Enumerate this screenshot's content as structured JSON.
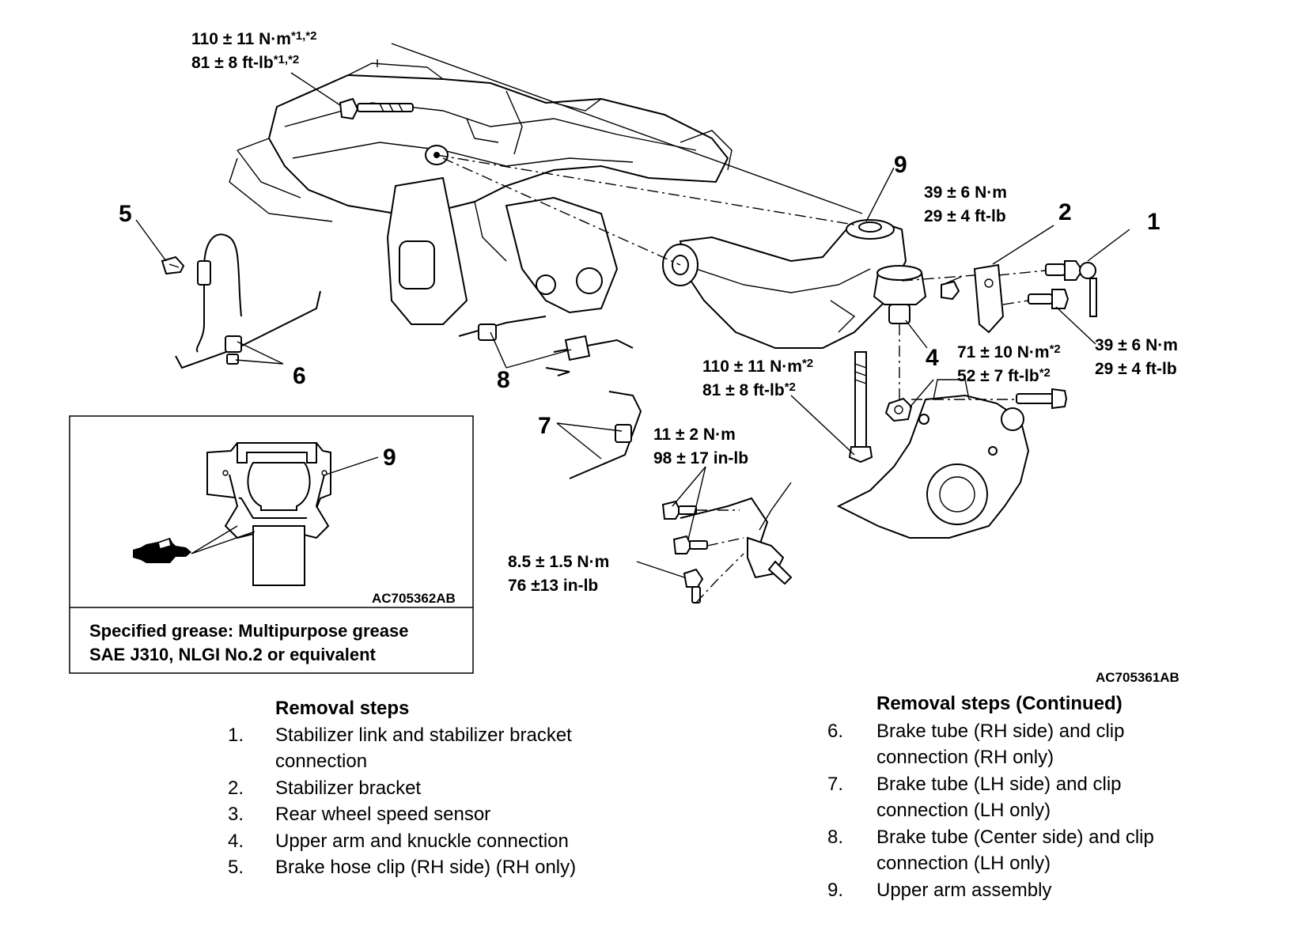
{
  "torque_labels": {
    "t1_nm": "110 ± 11 N·m",
    "t1_nm_sup": "*1,*2",
    "t1_ft": "81 ± 8 ft-lb",
    "t1_ft_sup": "*1,*2",
    "t2_nm": "39 ± 6 N·m",
    "t2_ft": "29 ± 4 ft-lb",
    "t3_nm": "39 ± 6 N·m",
    "t3_ft": "29 ± 4 ft-lb",
    "t4_nm": "71 ± 10 N·m",
    "t4_nm_sup": "*2",
    "t4_ft": "52 ± 7 ft-lb",
    "t4_ft_sup": "*2",
    "t5_nm": "110 ± 11 N·m",
    "t5_nm_sup": "*2",
    "t5_ft": "81 ± 8 ft-lb",
    "t5_ft_sup": "*2",
    "t6_nm": "11 ± 2 N·m",
    "t6_in": "98 ± 17 in-lb",
    "t7_nm": "8.5 ± 1.5 N·m",
    "t7_in": "76 ±13 in-lb"
  },
  "callouts": [
    "1",
    "2",
    "4",
    "5",
    "6",
    "7",
    "8",
    "9"
  ],
  "inset": {
    "callout": "9",
    "code": "AC705362AB",
    "note_line1": "Specified grease: Multipurpose grease",
    "note_line2": "SAE J310, NLGI No.2 or equivalent"
  },
  "figure_code": "AC705361AB",
  "removal_steps": {
    "title": "Removal steps",
    "items": [
      {
        "num": "1.",
        "line1": "Stabilizer link and stabilizer bracket",
        "line2": "connection"
      },
      {
        "num": "2.",
        "line1": "Stabilizer bracket",
        "line2": ""
      },
      {
        "num": "3.",
        "line1": "Rear wheel speed sensor",
        "line2": ""
      },
      {
        "num": "4.",
        "line1": "Upper arm and knuckle connection",
        "line2": ""
      },
      {
        "num": "5.",
        "line1": "Brake hose clip (RH side) (RH only)",
        "line2": ""
      }
    ]
  },
  "removal_steps_continued": {
    "title": "Removal steps (Continued)",
    "items": [
      {
        "num": "6.",
        "line1": "Brake tube (RH side) and clip",
        "line2": "connection (RH only)"
      },
      {
        "num": "7.",
        "line1": "Brake tube (LH side) and clip",
        "line2": "connection (LH only)"
      },
      {
        "num": "8.",
        "line1": "Brake tube (Center side) and clip",
        "line2": "connection (LH only)"
      },
      {
        "num": "9.",
        "line1": "Upper arm assembly",
        "line2": ""
      }
    ]
  },
  "icons": [
    "grease-gun-icon"
  ],
  "colors": {
    "ink": "#000000",
    "paper": "#ffffff"
  }
}
